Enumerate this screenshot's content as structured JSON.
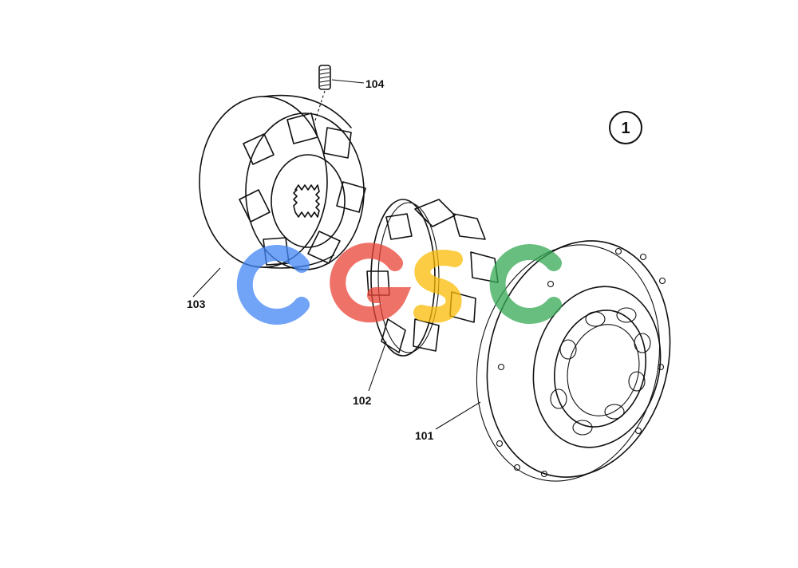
{
  "view_number": "1",
  "parts": [
    {
      "id": "101",
      "label": "101"
    },
    {
      "id": "102",
      "label": "102"
    },
    {
      "id": "103",
      "label": "103"
    },
    {
      "id": "104",
      "label": "104"
    }
  ],
  "watermark": {
    "letters": [
      "C",
      "G",
      "S",
      "C"
    ],
    "colors": [
      "#4285F4",
      "#EA4335",
      "#FBBC05",
      "#34A853"
    ]
  }
}
